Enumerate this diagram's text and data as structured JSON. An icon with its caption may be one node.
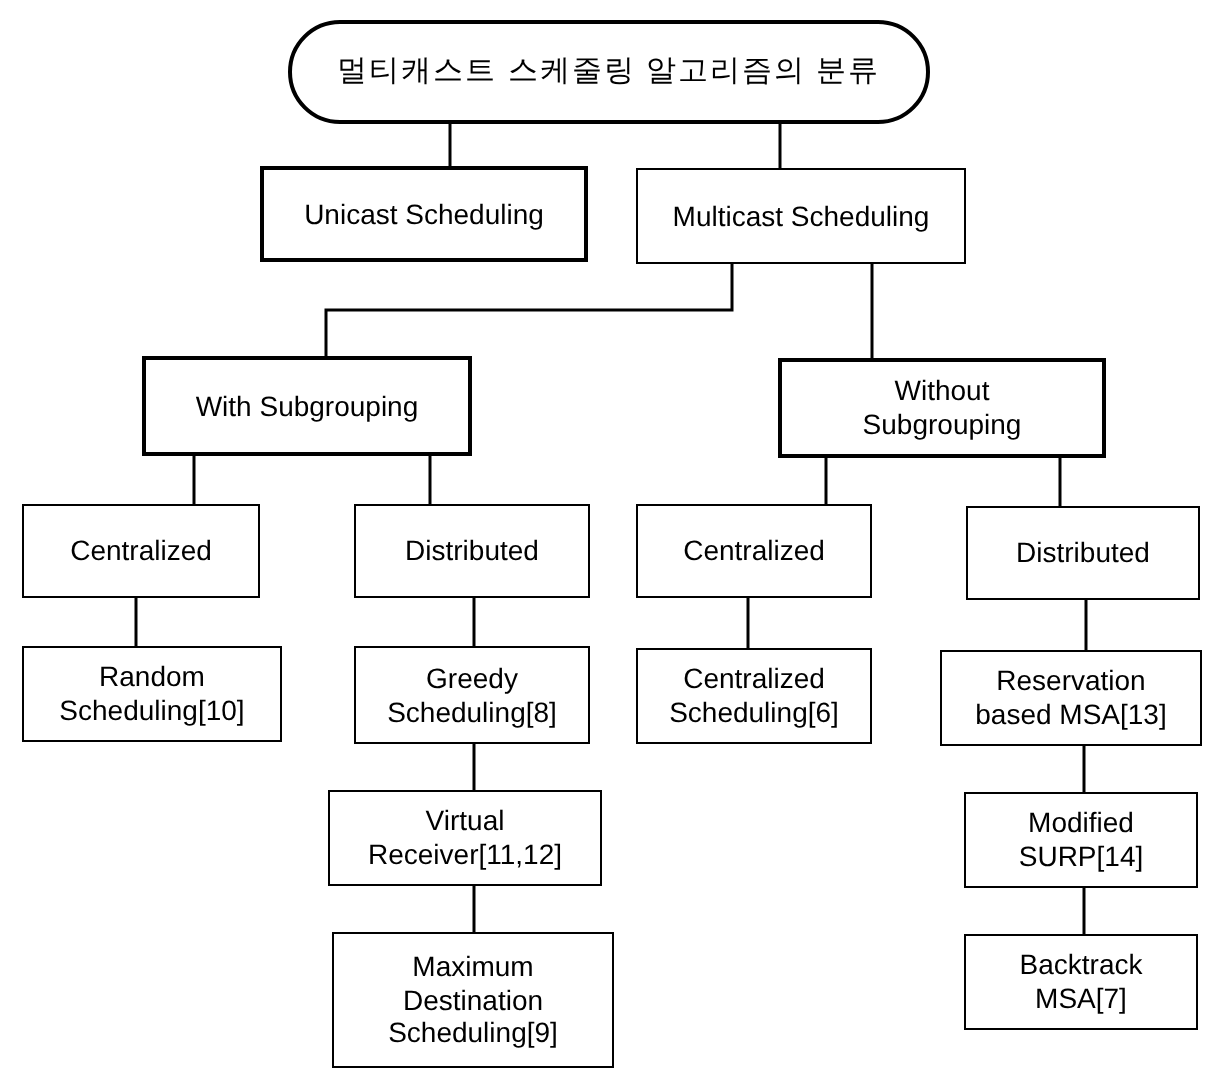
{
  "diagram": {
    "nodes": [
      {
        "text": [
          "멀티캐스트 스케줄링 알고리즘의 분류"
        ]
      },
      {
        "text": [
          "Unicast Scheduling"
        ]
      },
      {
        "text": [
          "Multicast Scheduling"
        ]
      },
      {
        "text": [
          "With Subgrouping"
        ]
      },
      {
        "text": [
          "Without Subgrouping"
        ]
      },
      {
        "text": [
          "Centralized"
        ]
      },
      {
        "text": [
          "Distributed"
        ]
      },
      {
        "text": [
          "Centralized"
        ]
      },
      {
        "text": [
          "Distributed"
        ]
      },
      {
        "text": [
          "Random Scheduling[10]"
        ]
      },
      {
        "text": [
          "Greedy Scheduling[8]"
        ]
      },
      {
        "text": [
          "Centralized Scheduling[6]"
        ]
      },
      {
        "text": [
          "Reservation based MSA[13]"
        ]
      },
      {
        "text": [
          "Virtual Receiver[11,12]"
        ]
      },
      {
        "text": [
          "Modified SURP[14]"
        ]
      },
      {
        "text": [
          "Maximum Destination Scheduling[9]"
        ]
      },
      {
        "text": [
          "Backtrack MSA[7]"
        ]
      }
    ],
    "edges": [
      {
        "from": 0,
        "to": 1,
        "arrow": "none"
      },
      {
        "from": 0,
        "to": 2,
        "arrow": "none"
      },
      {
        "from": 2,
        "to": 3,
        "arrow": "none"
      },
      {
        "from": 2,
        "to": 4,
        "arrow": "none"
      },
      {
        "from": 3,
        "to": 5,
        "arrow": "none"
      },
      {
        "from": 3,
        "to": 6,
        "arrow": "none"
      },
      {
        "from": 4,
        "to": 7,
        "arrow": "none"
      },
      {
        "from": 4,
        "to": 8,
        "arrow": "none"
      },
      {
        "from": 5,
        "to": 9,
        "arrow": "none"
      },
      {
        "from": 6,
        "to": 10,
        "arrow": "none"
      },
      {
        "from": 7,
        "to": 11,
        "arrow": "none"
      },
      {
        "from": 8,
        "to": 12,
        "arrow": "none"
      },
      {
        "from": 10,
        "to": 13,
        "arrow": "none"
      },
      {
        "from": 12,
        "to": 14,
        "arrow": "none"
      },
      {
        "from": 13,
        "to": 15,
        "arrow": "none"
      },
      {
        "from": 14,
        "to": 16,
        "arrow": "none"
      }
    ]
  }
}
